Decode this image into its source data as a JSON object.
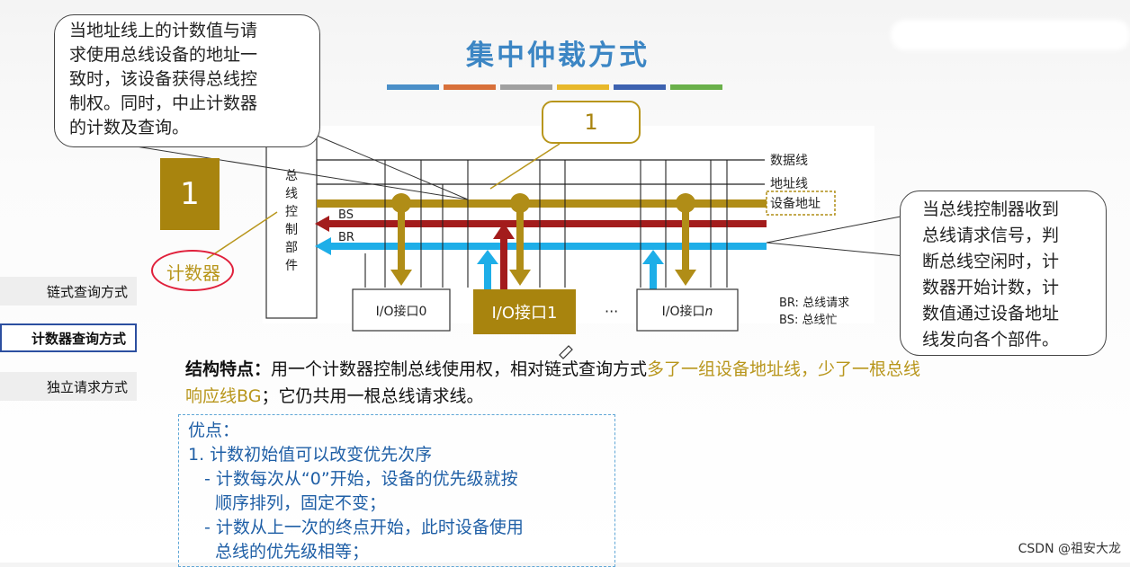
{
  "title": "集中仲裁方式",
  "color_bars": [
    "#4a8fc8",
    "#d8703a",
    "#a0a0a0",
    "#e8b82a",
    "#3d62b0",
    "#6ab04a"
  ],
  "sidebar": {
    "items": [
      {
        "label": "链式查询方式",
        "active": false
      },
      {
        "label": "计数器查询方式",
        "active": true
      },
      {
        "label": "独立请求方式",
        "active": false
      }
    ]
  },
  "callout_left": {
    "lines": [
      "当地址线上的计数值与请",
      "求使用总线设备的地址一",
      "致时，该设备获得总线控",
      "制权。同时，中止计数器",
      "的计数及查询。"
    ]
  },
  "callout_right": {
    "lines": [
      "当总线控制器收到",
      "总线请求信号，判",
      "断总线空闲时，计",
      "数器开始计数，计",
      "数值通过设备地址",
      "线发向各个部件。"
    ]
  },
  "badge_big": "1",
  "badge_small": "1",
  "counter_label": "计数器",
  "diagram": {
    "controller_chars": [
      "总",
      "线",
      "控",
      "制",
      "部",
      "件"
    ],
    "data_line": "数据线",
    "addr_line": "地址线",
    "device_addr": "设备地址",
    "bs_label": "BS",
    "br_label": "BR",
    "io0": "I/O接口0",
    "io1": "I/O接口1",
    "ellipsis": "···",
    "ion_prefix": "I/O接口",
    "ion_suffix": "n",
    "legend_br": "BR:  总线请求",
    "legend_bs": "BS:  总线忙"
  },
  "structure": {
    "prefix": "结构特点：",
    "part1": "用一个计数器控制总线使用权，相对链式查询方式",
    "highlight": "多了一组设备地址线，少了一根总线响应线BG",
    "part2": "；它仍共用一根总线请求线。"
  },
  "advantages": {
    "heading": "优点：",
    "item1": "1.  计数初始值可以改变优先次序",
    "sub1": "- 计数每次从“0”开始，设备的优先级就按",
    "sub1b": "顺序排列，固定不变；",
    "sub2": "- 计数从上一次的终点开始，此时设备使用",
    "sub2b": "总线的优先级相等；"
  },
  "watermark": "CSDN @祖安大龙"
}
